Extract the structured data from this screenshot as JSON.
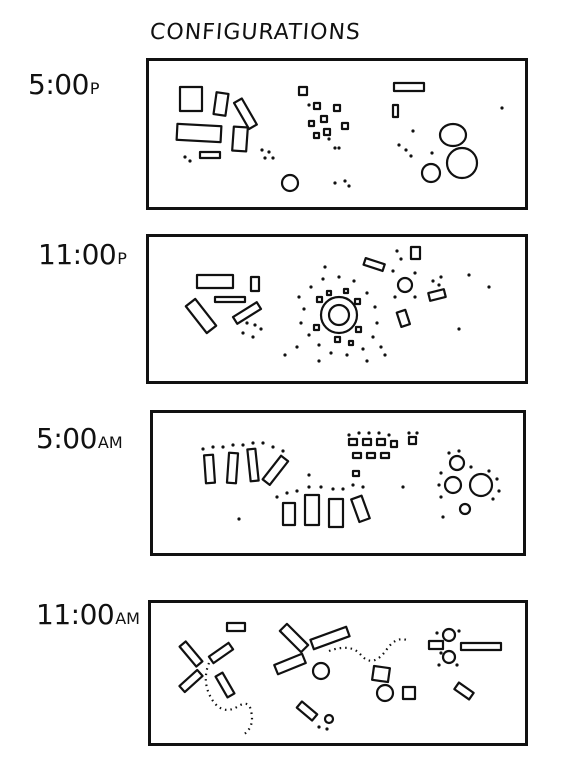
{
  "title": "CONFIGURATIONS",
  "panels": [
    {
      "time": "5:00",
      "suffix": "P"
    },
    {
      "time": "11:00",
      "suffix": "P"
    },
    {
      "time": "5:00",
      "suffix": "AM"
    },
    {
      "time": "11:00",
      "suffix": "AM"
    }
  ]
}
